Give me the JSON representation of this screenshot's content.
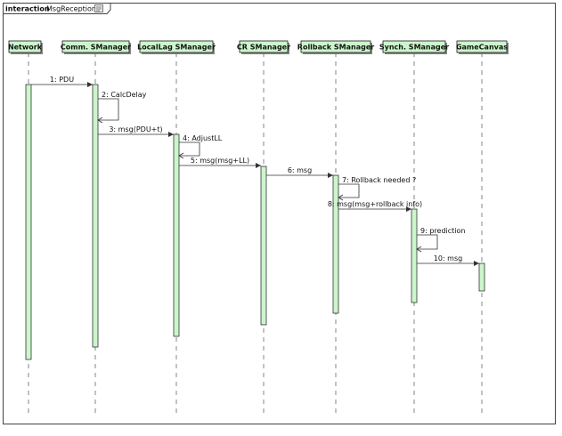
{
  "frame": {
    "keyword": "interaction",
    "name": "MsgReception",
    "icon": "diagram-icon"
  },
  "colors": {
    "lifeline_fill": "#ccf5cc",
    "lifeline_stroke": "#1a1a1a",
    "activation_fill": "#ccf5cc",
    "dash": "#666666",
    "arrow": "#333333"
  },
  "lifelines": [
    {
      "id": "network",
      "label": "Network"
    },
    {
      "id": "comm",
      "label": "Comm. SManager"
    },
    {
      "id": "locallag",
      "label": "LocalLag SManager"
    },
    {
      "id": "cr",
      "label": "CR SManager"
    },
    {
      "id": "rollback",
      "label": "Rollback SManager"
    },
    {
      "id": "synch",
      "label": "Synch. SManager"
    },
    {
      "id": "canvas",
      "label": "GameCanvas"
    }
  ],
  "messages": [
    {
      "n": "1",
      "label": "1: PDU",
      "from": "network",
      "to": "comm"
    },
    {
      "n": "2",
      "label": "2: CalcDelay",
      "from": "comm",
      "to": "comm"
    },
    {
      "n": "3",
      "label": "3: msg(PDU+t)",
      "from": "comm",
      "to": "locallag"
    },
    {
      "n": "4",
      "label": "4: AdjustLL",
      "from": "locallag",
      "to": "locallag"
    },
    {
      "n": "5",
      "label": "5: msg(msg+LL)",
      "from": "locallag",
      "to": "cr"
    },
    {
      "n": "6",
      "label": "6: msg",
      "from": "cr",
      "to": "rollback"
    },
    {
      "n": "7",
      "label": "7: Rollback needed ?",
      "from": "rollback",
      "to": "rollback"
    },
    {
      "n": "8",
      "label": "8: msg(msg+rollback info)",
      "from": "rollback",
      "to": "synch"
    },
    {
      "n": "9",
      "label": "9: prediction",
      "from": "synch",
      "to": "synch"
    },
    {
      "n": "10",
      "label": "10: msg",
      "from": "synch",
      "to": "canvas"
    }
  ]
}
